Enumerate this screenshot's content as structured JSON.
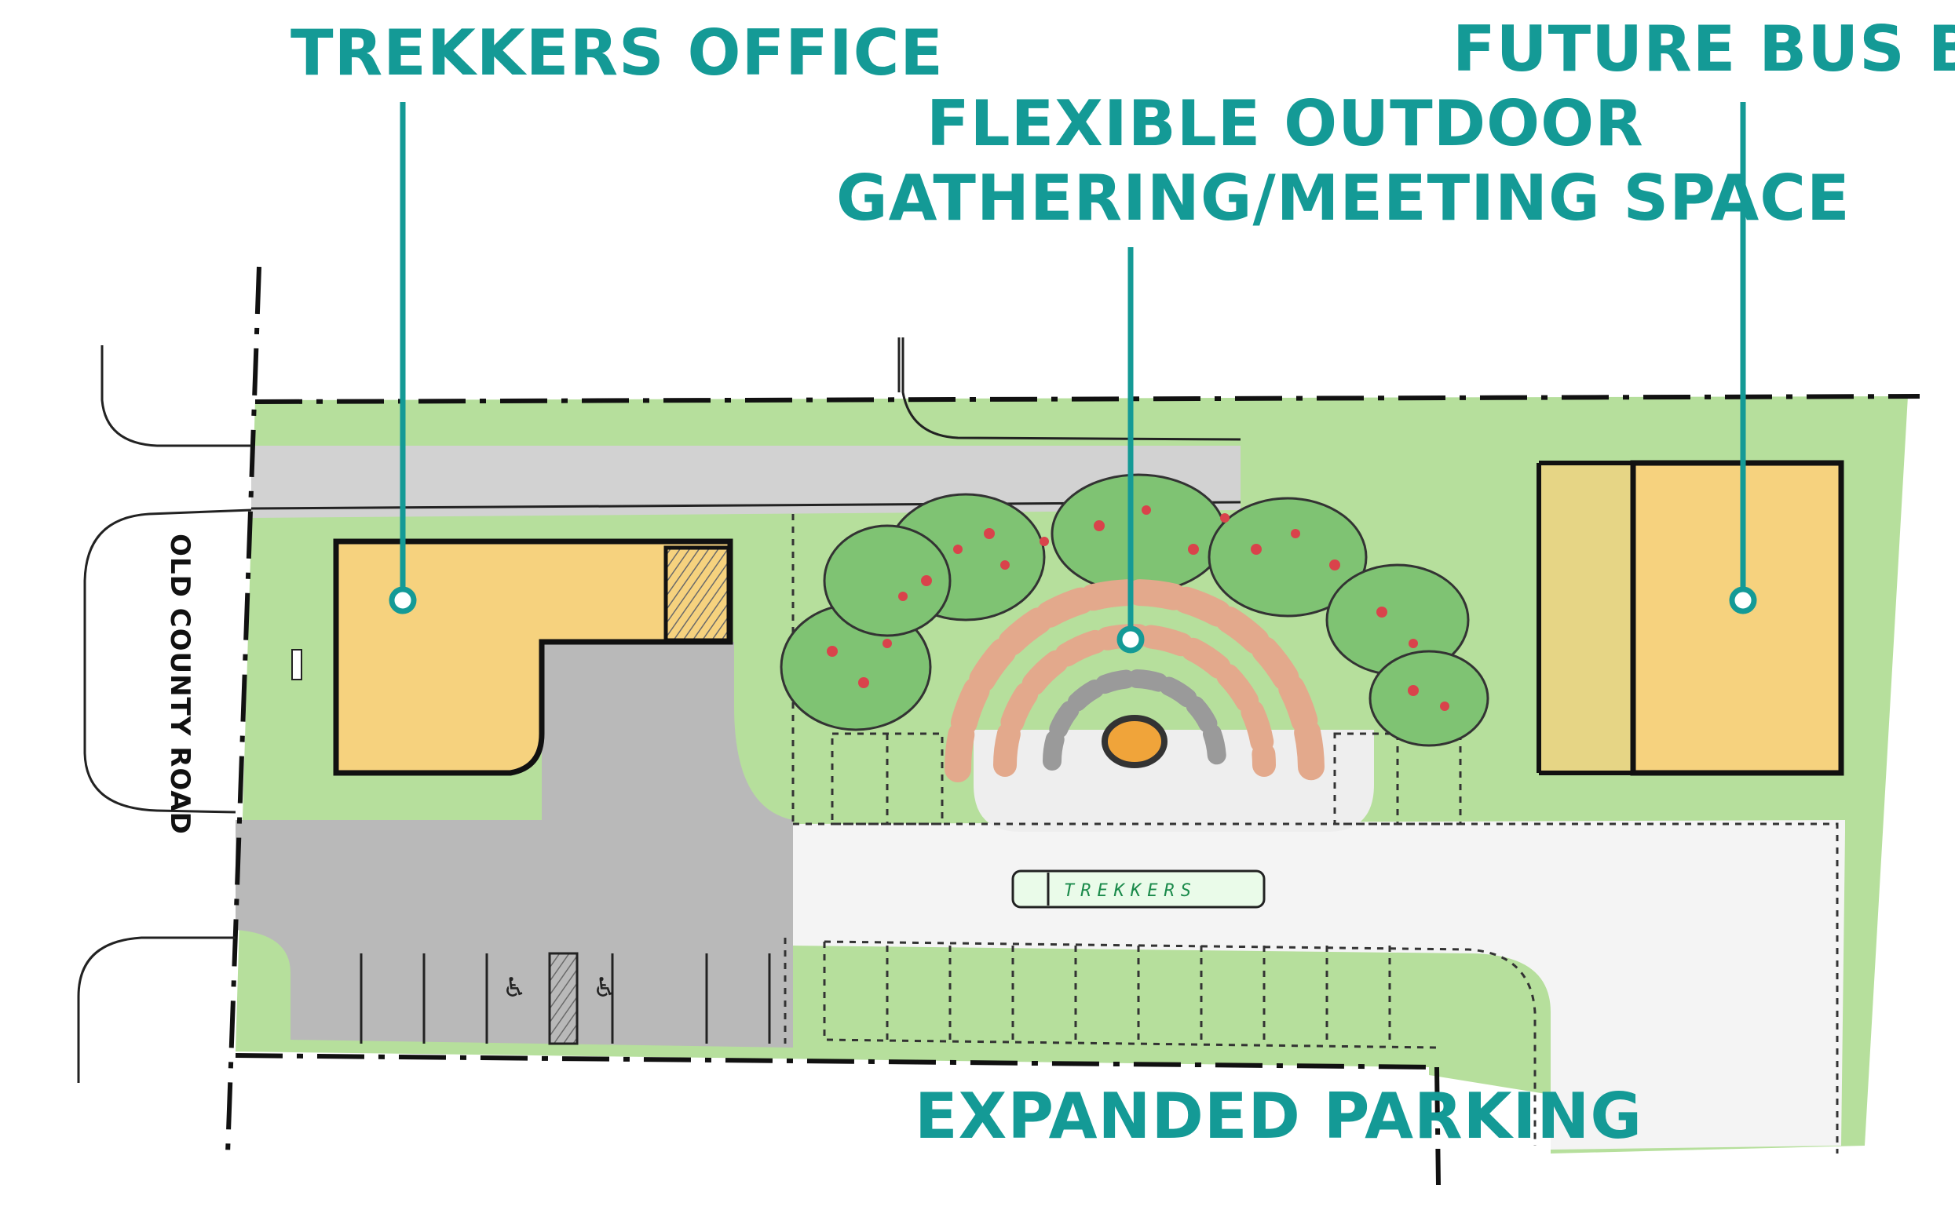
{
  "labels": {
    "office": "TREKKERS OFFICE",
    "bus_barn": "FUTURE BUS BARN",
    "gathering_line1": "FLEXIBLE OUTDOOR",
    "gathering_line2": "GATHERING/MEETING SPACE",
    "parking": "EXPANDED PARKING",
    "road": "OLD COUNTY ROAD",
    "bus_text": "TREKKERS"
  },
  "colors": {
    "callout": "#149a96",
    "grass": "#a9d98b",
    "grass_light": "#c8e8b0",
    "building": "#f6d27e",
    "asphalt": "#b9b9b9",
    "flower": "#d9434b",
    "paver": "#e3a98c",
    "fire_pit": "#f0a43a"
  },
  "icons": [
    "accessible-parking-icon",
    "accessible-parking-icon"
  ]
}
